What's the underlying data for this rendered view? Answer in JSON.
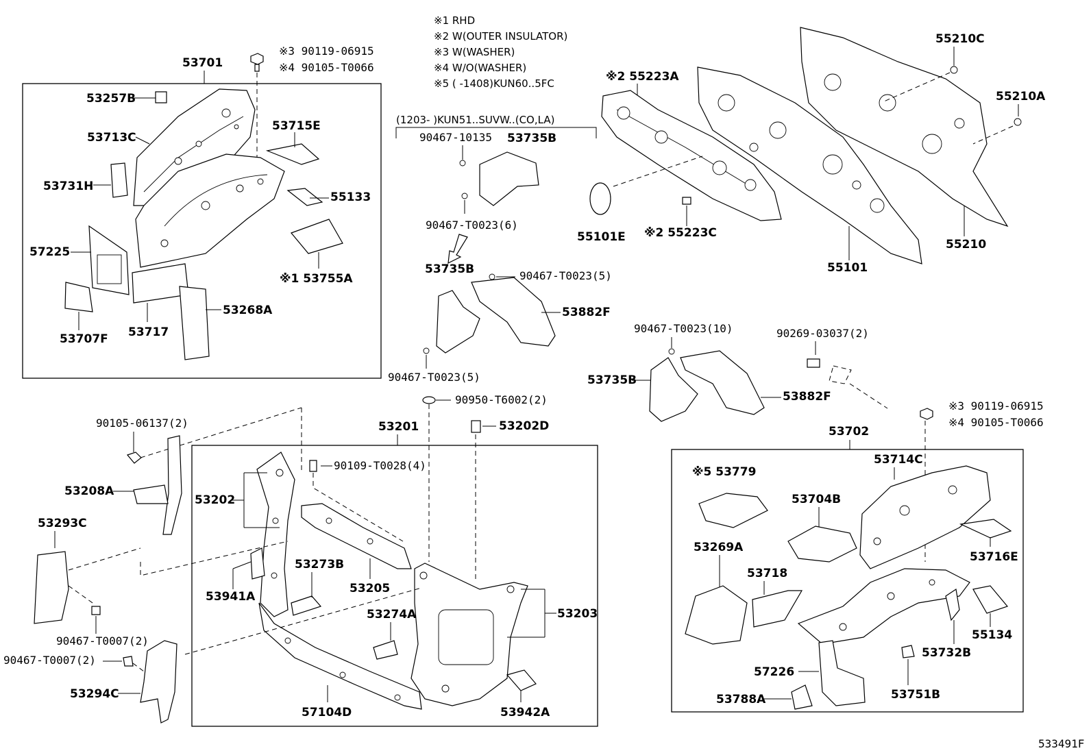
{
  "notes": [
    "※1 RHD",
    "※2 W(OUTER INSULATOR)",
    "※3 W(WASHER)",
    "※4 W/O(WASHER)",
    "※5 (        -1408)KUN60..5FC"
  ],
  "bracket_note": "(1203-        )KUN51..SUVW..(CO,LA)",
  "diagram_id": "533491F",
  "labels": {
    "p53701": "53701",
    "p53257B": "53257B",
    "p53713C": "53713C",
    "p53715E": "53715E",
    "p53731H": "53731H",
    "p55133": "55133",
    "p57225": "57225",
    "p53755A": "※1 53755A",
    "p53707F": "53707F",
    "p53717": "53717",
    "p53268A": "53268A",
    "bolt_w3": "※3 90119-06915",
    "bolt_w4": "※4 90105-T0066",
    "p90467_10135": "90467-10135",
    "p53735B_a": "53735B",
    "p90467_T0023_6": "90467-T0023(6)",
    "p53735B_b": "53735B",
    "p90467_T0023_5a": "90467-T0023(5)",
    "p53882F_a": "53882F",
    "p90467_T0023_5b": "90467-T0023(5)",
    "p55223A": "※2 55223A",
    "p55101E": "55101E",
    "p55223C": "※2 55223C",
    "p55101": "55101",
    "p55210C": "55210C",
    "p55210A": "55210A",
    "p55210": "55210",
    "p90467_T0023_10": "90467-T0023(10)",
    "p90269_03037": "90269-03037(2)",
    "p53735B_c": "53735B",
    "p53882F_b": "53882F",
    "p90950_T6002": "90950-T6002(2)",
    "p53202D": "53202D",
    "p53201": "53201",
    "p90105_06137": "90105-06137(2)",
    "p53208A": "53208A",
    "p53293C": "53293C",
    "p90467_T0007_a": "90467-T0007(2)",
    "p90467_T0007_b": "90467-T0007(2)",
    "p53294C": "53294C",
    "p53202": "53202",
    "p90109_T0028": "90109-T0028(4)",
    "p53273B": "53273B",
    "p53205": "53205",
    "p53941A": "53941A",
    "p53274A": "53274A",
    "p53203": "53203",
    "p57104D": "57104D",
    "p53942A": "53942A",
    "bolt_r3": "※3 90119-06915",
    "bolt_r4": "※4 90105-T0066",
    "p53702": "53702",
    "p53779": "※5 53779",
    "p53714C": "53714C",
    "p53704B": "53704B",
    "p53716E": "53716E",
    "p53269A": "53269A",
    "p53718": "53718",
    "p55134": "55134",
    "p53732B": "53732B",
    "p57226": "57226",
    "p53788A": "53788A",
    "p53751B": "53751B"
  }
}
